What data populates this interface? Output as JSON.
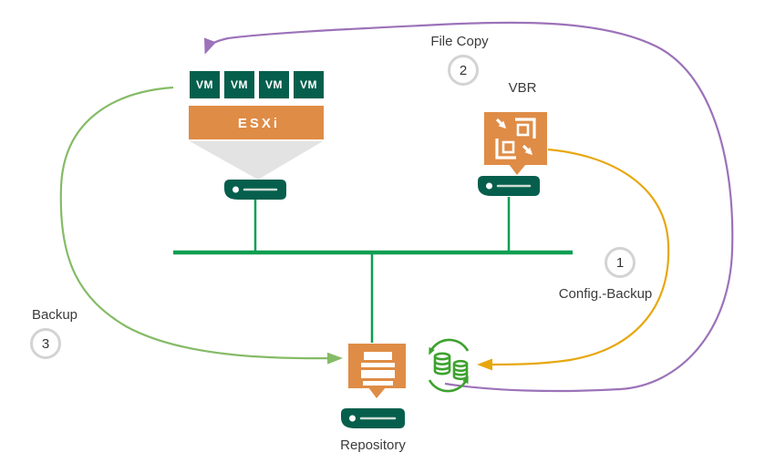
{
  "diagram": {
    "nodes": {
      "esxi": {
        "label": "ESXi",
        "vms": [
          "VM",
          "VM",
          "VM",
          "VM"
        ]
      },
      "vbr": {
        "label": "VBR"
      },
      "repository": {
        "label": "Repository"
      }
    },
    "flows": {
      "config_backup": {
        "number": "1",
        "label": "Config.-Backup",
        "color": "#E7A70F"
      },
      "file_copy": {
        "number": "2",
        "label": "File Copy",
        "color": "#9C72B9"
      },
      "backup": {
        "number": "3",
        "label": "Backup",
        "color": "#85BB66"
      }
    },
    "colors": {
      "dark_green": "#055F4C",
      "orange": "#DF8C46",
      "network_green": "#0A9E52",
      "sync_green": "#3EA22F",
      "funnel_gray": "#E3E3E3",
      "badge_ring": "#D3D3D3",
      "server_slot": "#CDDCD6",
      "text": "#3B3B3B"
    }
  }
}
